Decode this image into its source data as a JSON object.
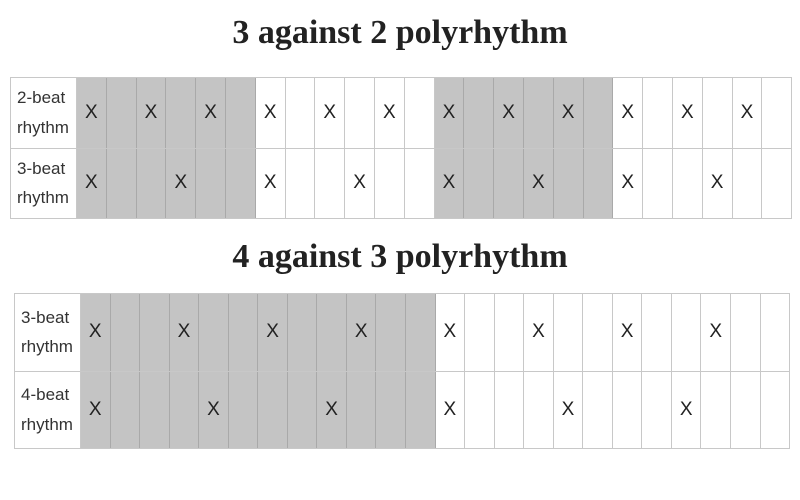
{
  "diagrams": [
    {
      "title": "3 against 2 polyrhythm",
      "shade_color": "#c4c4c4",
      "segments": [
        {
          "shaded": true,
          "columns": 6
        },
        {
          "shaded": false,
          "columns": 6
        },
        {
          "shaded": true,
          "columns": 6
        },
        {
          "shaded": false,
          "columns": 6
        }
      ],
      "rows": [
        {
          "label_line1": "2-beat",
          "label_line2": "rhythm",
          "hit_text": "X",
          "hits": [
            1,
            3,
            5,
            7,
            9,
            11,
            13,
            15,
            17,
            19,
            21,
            23
          ]
        },
        {
          "label_line1": "3-beat",
          "label_line2": "rhythm",
          "hit_text": "X",
          "hits": [
            1,
            4,
            7,
            10,
            13,
            16,
            19,
            22
          ]
        }
      ]
    },
    {
      "title": "4 against 3 polyrhythm",
      "shade_color": "#c4c4c4",
      "segments": [
        {
          "shaded": true,
          "columns": 12
        },
        {
          "shaded": false,
          "columns": 12
        }
      ],
      "rows": [
        {
          "label_line1": "3-beat",
          "label_line2": "rhythm",
          "hit_text": "X",
          "hits": [
            1,
            4,
            7,
            10,
            13,
            16,
            19,
            22
          ]
        },
        {
          "label_line1": "4-beat",
          "label_line2": "rhythm",
          "hit_text": "X",
          "hits": [
            1,
            5,
            9,
            13,
            17,
            21
          ]
        }
      ]
    }
  ]
}
